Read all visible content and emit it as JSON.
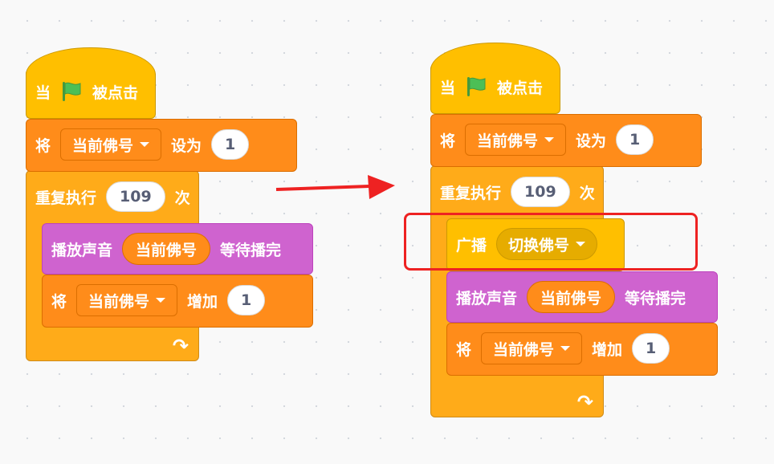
{
  "left_script": {
    "hat": {
      "prefix": "当",
      "suffix": "被点击"
    },
    "set_block": {
      "op": "将",
      "variable": "当前佛号",
      "action": "设为",
      "value": "1"
    },
    "repeat_block": {
      "op": "重复执行",
      "count": "109",
      "suffix": "次"
    },
    "sound_block": {
      "op": "播放声音",
      "sound": "当前佛号",
      "suffix": "等待播完"
    },
    "change_block": {
      "op": "将",
      "variable": "当前佛号",
      "action": "增加",
      "value": "1"
    },
    "loop_arrow": "↷"
  },
  "right_script": {
    "hat": {
      "prefix": "当",
      "suffix": "被点击"
    },
    "set_block": {
      "op": "将",
      "variable": "当前佛号",
      "action": "设为",
      "value": "1"
    },
    "repeat_block": {
      "op": "重复执行",
      "count": "109",
      "suffix": "次"
    },
    "broadcast_block": {
      "op": "广播",
      "message": "切换佛号"
    },
    "sound_block": {
      "op": "播放声音",
      "sound": "当前佛号",
      "suffix": "等待播完"
    },
    "change_block": {
      "op": "将",
      "variable": "当前佛号",
      "action": "增加",
      "value": "1"
    },
    "loop_arrow": "↷"
  },
  "colors": {
    "control": "#ffab19",
    "variables": "#ff8c1a",
    "sound": "#cf63cf",
    "events": "#ffbf00",
    "flag": "#4cbf56",
    "arrow": "#ee2222",
    "highlight": "#ee2222"
  },
  "icons": {
    "flag": "green-flag-icon",
    "dropdown": "chevron-down-icon",
    "loop": "loop-arrow-icon",
    "arrow": "right-arrow-icon"
  }
}
